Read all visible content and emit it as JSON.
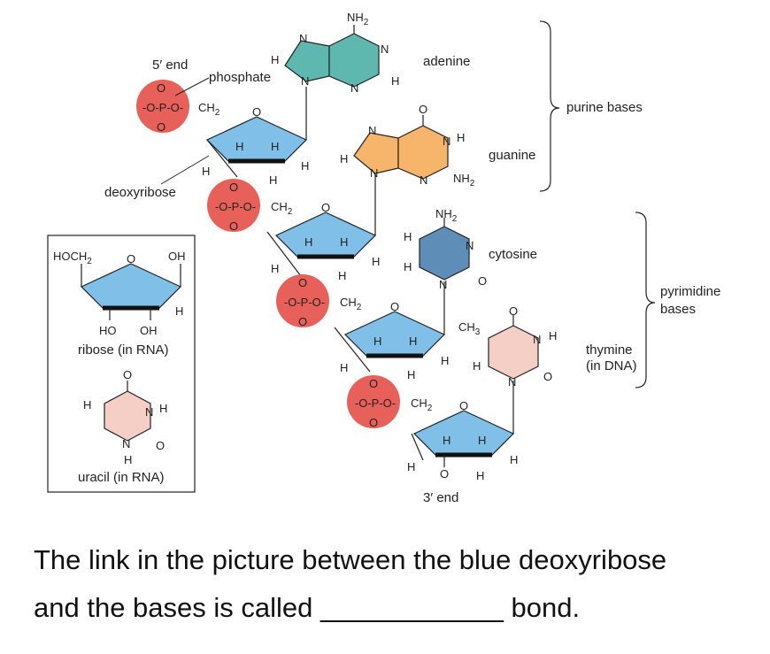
{
  "labels": {
    "five_end": "5′ end",
    "three_end": "3′ end",
    "phosphate": "phosphate",
    "deoxyribose": "deoxyribose",
    "adenine": "adenine",
    "guanine": "guanine",
    "cytosine": "cytosine",
    "thymine_line1": "thymine",
    "thymine_line2": "(in DNA)",
    "purine_bases": "purine bases",
    "pyrimidine_line1": "pyrimidine",
    "pyrimidine_line2": "bases",
    "ribose": "ribose (in RNA)",
    "uracil": "uracil (in RNA)",
    "hoch2": "HOCH",
    "oh": "OH",
    "ho": "HO"
  },
  "phosphate_group": {
    "line_top": "O",
    "line_mid": "-O-P-O-",
    "line_bot": "O",
    "ch2": "CH"
  },
  "atoms": {
    "N": "N",
    "O": "O",
    "H": "H",
    "NH2": "NH",
    "CH3": "CH",
    "sub2": "2",
    "sub3": "3"
  },
  "question": {
    "text_line1": "The link in the picture between the blue deoxyribose",
    "text_line2": "and the bases is called ____________ bond."
  },
  "colors": {
    "phosphate": "#e8605a",
    "sugar": "#7fbfe8",
    "adenine": "#5fb8b0",
    "guanine": "#f6b56a",
    "cytosine": "#5e8db8",
    "thymine": "#f5cfc6",
    "uracil": "#f5cfc6"
  }
}
